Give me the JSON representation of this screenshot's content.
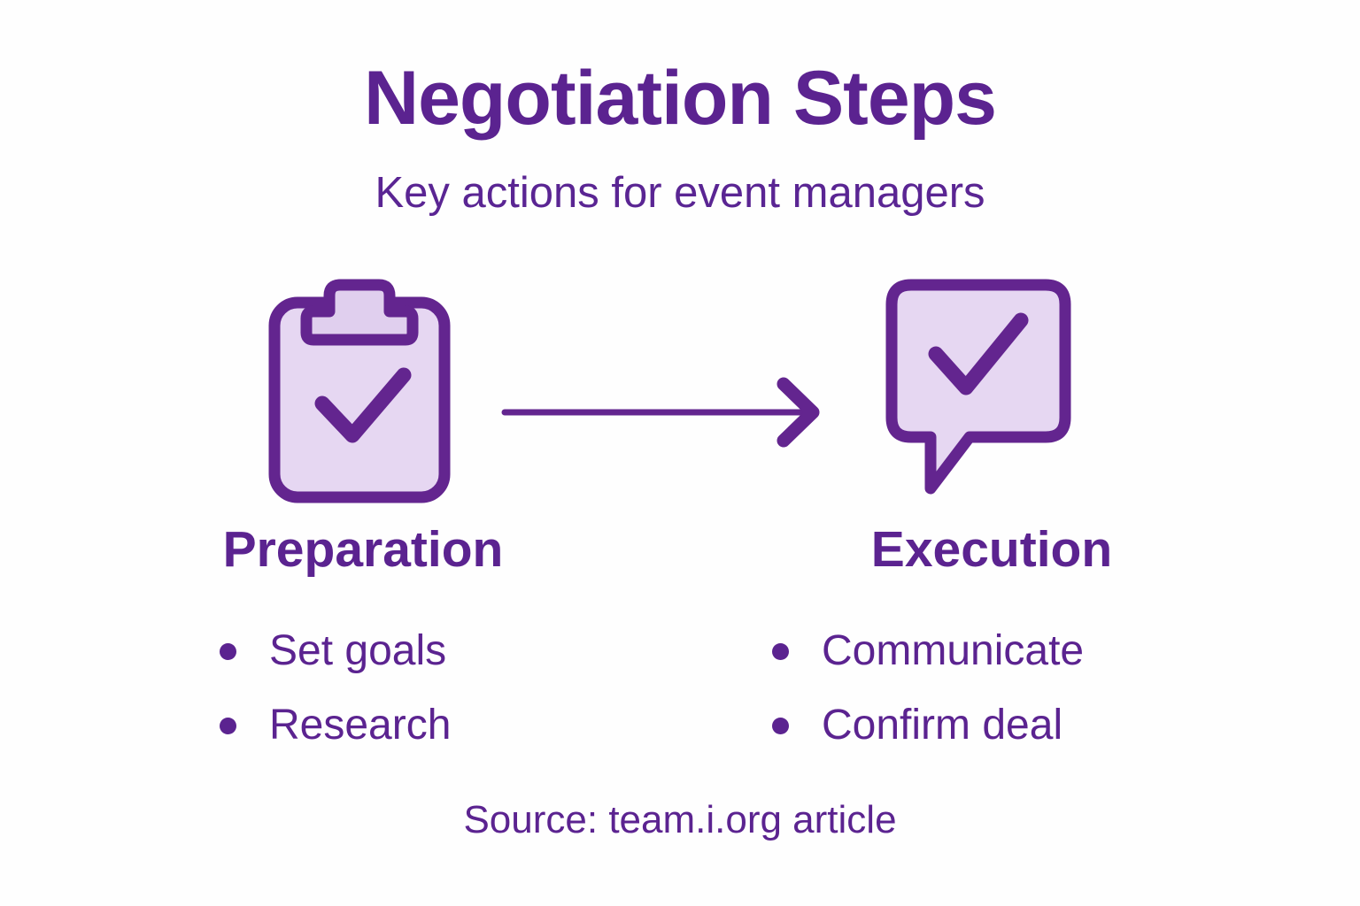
{
  "header": {
    "title": "Negotiation Steps",
    "subtitle": "Key actions for event managers"
  },
  "diagram": {
    "left_icon": "clipboard-check-icon",
    "right_icon": "speech-bubble-check-icon",
    "connector": "right-arrow-icon"
  },
  "columns": [
    {
      "heading": "Preparation",
      "icon": "clipboard-check-icon",
      "bullets": [
        "Set goals",
        "Research"
      ]
    },
    {
      "heading": "Execution",
      "icon": "speech-bubble-check-icon",
      "bullets": [
        "Communicate",
        "Confirm deal"
      ]
    }
  ],
  "footer": {
    "source": "Source: team.i.org article"
  },
  "colors": {
    "background": "#fefefe",
    "primary_purple": "#5b2390",
    "stroke_purple": "#63258f",
    "fill_light_purple": "#e6d7f2"
  }
}
